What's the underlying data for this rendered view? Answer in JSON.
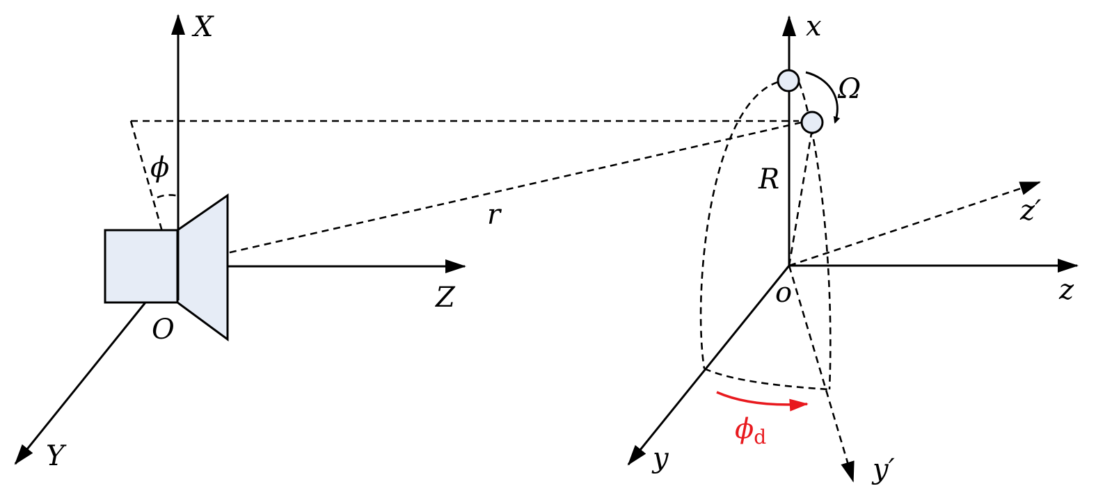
{
  "colors": {
    "line": "#000000",
    "camera_fill": "#e6ecf6",
    "point_fill": "#e6ecf6",
    "rotation_arrow": "#e8191e"
  },
  "camera_frame": {
    "axis_x": "X",
    "axis_y": "Y",
    "axis_z": "Z",
    "origin": "O",
    "angle": "ϕ",
    "distance": "r"
  },
  "object_frame": {
    "axis_x": "x",
    "axis_y": "y",
    "axis_z": "z",
    "axis_y_prime": "y′",
    "axis_z_prime": "z′",
    "origin": "o",
    "radius": "R",
    "angular_velocity": "Ω",
    "rotation_angle": "ϕ",
    "rotation_angle_subscript": "d"
  }
}
